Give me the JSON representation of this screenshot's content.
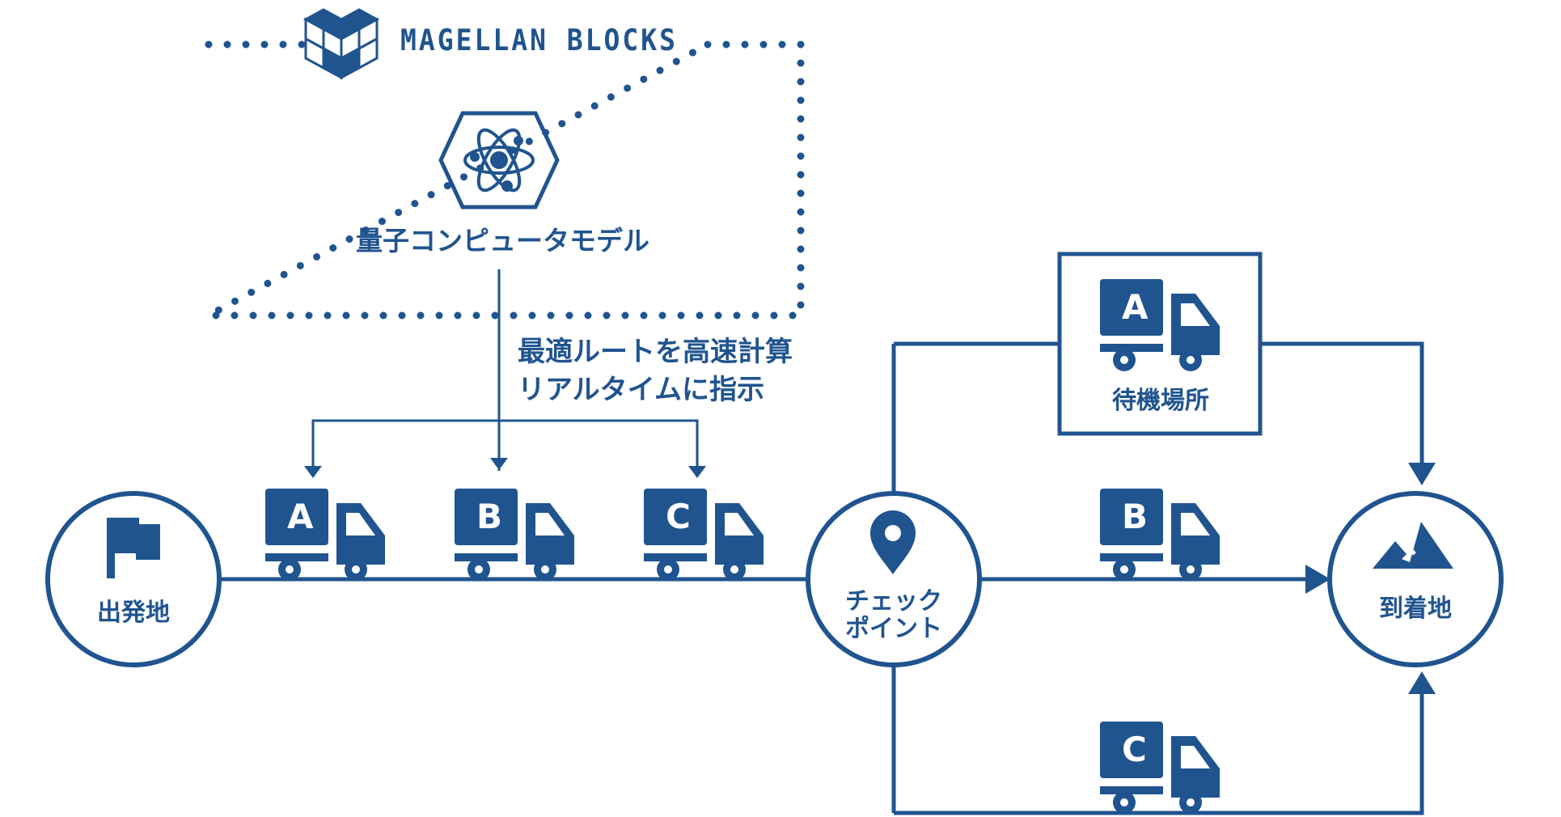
{
  "brand": {
    "name": "MAGELLAN BLOCKS"
  },
  "model": {
    "label": "量子コンピュータモデル",
    "icon": "atom-icon"
  },
  "instruction": {
    "line1": "最適ルートを高速計算",
    "line2": "リアルタイムに指示"
  },
  "nodes": {
    "origin": {
      "label": "出発地",
      "icon": "flag-icon"
    },
    "checkpoint": {
      "line1": "チェック",
      "line2": "ポイント",
      "icon": "map-pin-icon"
    },
    "destination": {
      "label": "到着地",
      "icon": "mountain-icon"
    },
    "standby": {
      "label": "待機場所"
    }
  },
  "trucks": {
    "outbound": [
      "A",
      "B",
      "C"
    ],
    "standby": "A",
    "direct": "B",
    "detour": "C"
  },
  "colors": {
    "primary": "#20548f",
    "background": "#ffffff"
  }
}
